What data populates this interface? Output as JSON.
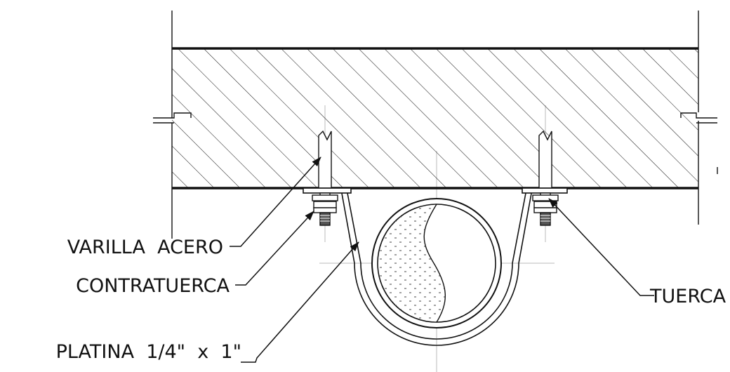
{
  "labels": {
    "varilla": "VARILLA  ACERO",
    "contratuerca": "CONTRATUERCA",
    "platina": "PLATINA  1/4\"  x  1\"",
    "tuerca": "TUERCA"
  },
  "colors": {
    "line": "#111111",
    "hatch": "#222222",
    "center_line": "#bbbbbb",
    "stipple": "#444444",
    "background": "#ffffff"
  }
}
